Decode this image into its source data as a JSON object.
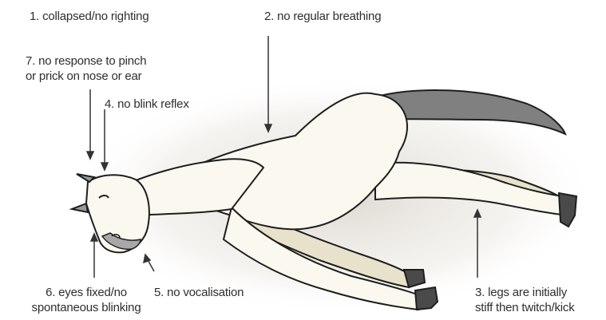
{
  "labels": {
    "l1": "1. collapsed/no righting",
    "l2": "2. no regular breathing",
    "l3": [
      "3. legs are initially",
      "stiff then twitch/kick"
    ],
    "l4": "4. no blink reflex",
    "l5": "5. no vocalisation",
    "l6": [
      "6. eyes fixed/no",
      "spontaneous blinking"
    ],
    "l7": [
      "7. no response to pinch",
      "or prick on nose or ear"
    ]
  },
  "colors": {
    "body": "#fbf8ef",
    "shade": "#e8e2cc",
    "outline": "#1e1e1e",
    "tail": "#7f7f7f",
    "hoof": "#4a4a4a",
    "ground": "#e4e0d8",
    "arrow": "#333333"
  },
  "icons": [
    "horse-illustration",
    "arrow"
  ]
}
